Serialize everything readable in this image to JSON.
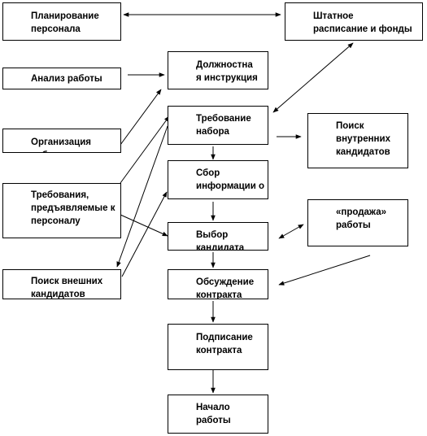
{
  "boxes": {
    "planning": "Планирование\nперсонала",
    "staffing": "Штатное\nрасписание и фонды",
    "analysis": "Анализ работы",
    "instruction": "Должностна\nя инструкция",
    "organization": "Организация\nработы",
    "requisition": "Требование\nнабора",
    "internal_search": "Поиск\nвнутренних\nкандидатов",
    "requirements": "Требования,\nпредъявляемые к\nперсоналу",
    "info_collection": "Сбор\nинформации о",
    "selling": "«продажа»\nработы",
    "selection": "Выбор\nкандидата",
    "external_search": "Поиск внешних\nкандидатов",
    "discussion": "Обсуждение\nконтракта",
    "signing": "Подписание\nконтракта",
    "start": "Начало\nработы"
  }
}
